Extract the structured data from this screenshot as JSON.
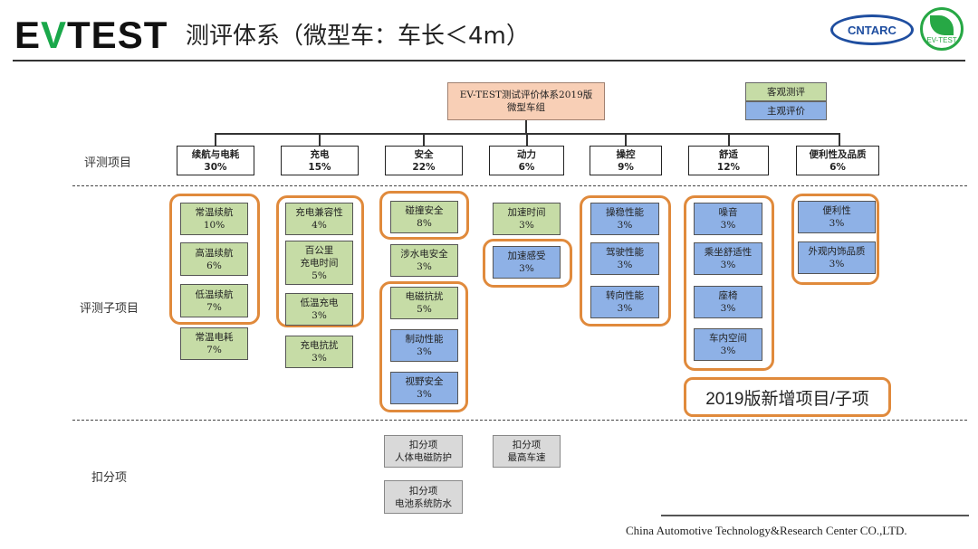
{
  "header": {
    "logo_text_1": "E",
    "logo_text_2": "V",
    "logo_text_3": "TEST",
    "title": "测评体系（微型车：车长＜4m）",
    "cntarc_logo": "CNTARC",
    "ev_logo": "EV-TEST"
  },
  "root": {
    "line1": "EV-TEST测试评价体系2019版",
    "line2": "微型车组"
  },
  "legend": {
    "objective": "客观测评",
    "subjective": "主观评价"
  },
  "row_labels": {
    "items": "评测项目",
    "subitems": "评测子项目",
    "deductions": "扣分项"
  },
  "categories": [
    {
      "name": "续航与电耗",
      "weight": "30%"
    },
    {
      "name": "充电",
      "weight": "15%"
    },
    {
      "name": "安全",
      "weight": "22%"
    },
    {
      "name": "动力",
      "weight": "6%"
    },
    {
      "name": "操控",
      "weight": "9%"
    },
    {
      "name": "舒适",
      "weight": "12%"
    },
    {
      "name": "便利性及品质",
      "weight": "6%"
    }
  ],
  "subitems": {
    "range": [
      {
        "name": "常温续航",
        "weight": "10%",
        "type": "objective"
      },
      {
        "name": "高温续航",
        "weight": "6%",
        "type": "objective"
      },
      {
        "name": "低温续航",
        "weight": "7%",
        "type": "objective"
      },
      {
        "name": "常温电耗",
        "weight": "7%",
        "type": "objective"
      }
    ],
    "charging": [
      {
        "name": "充电兼容性",
        "weight": "4%",
        "type": "objective"
      },
      {
        "name": "百公里",
        "name2": "充电时间",
        "weight": "5%",
        "type": "objective"
      },
      {
        "name": "低温充电",
        "weight": "3%",
        "type": "objective"
      },
      {
        "name": "充电抗扰",
        "weight": "3%",
        "type": "objective"
      }
    ],
    "safety": [
      {
        "name": "碰撞安全",
        "weight": "8%",
        "type": "objective"
      },
      {
        "name": "涉水电安全",
        "weight": "3%",
        "type": "objective"
      },
      {
        "name": "电磁抗扰",
        "weight": "5%",
        "type": "objective"
      },
      {
        "name": "制动性能",
        "weight": "3%",
        "type": "subjective"
      },
      {
        "name": "视野安全",
        "weight": "3%",
        "type": "subjective"
      }
    ],
    "power": [
      {
        "name": "加速时间",
        "weight": "3%",
        "type": "objective"
      },
      {
        "name": "加速感受",
        "weight": "3%",
        "type": "subjective"
      }
    ],
    "handling": [
      {
        "name": "操稳性能",
        "weight": "3%",
        "type": "subjective"
      },
      {
        "name": "驾驶性能",
        "weight": "3%",
        "type": "subjective"
      },
      {
        "name": "转向性能",
        "weight": "3%",
        "type": "subjective"
      }
    ],
    "comfort": [
      {
        "name": "噪音",
        "weight": "3%",
        "type": "subjective"
      },
      {
        "name": "乘坐舒适性",
        "weight": "3%",
        "type": "subjective"
      },
      {
        "name": "座椅",
        "weight": "3%",
        "type": "subjective"
      },
      {
        "name": "车内空间",
        "weight": "3%",
        "type": "subjective"
      }
    ],
    "convenience": [
      {
        "name": "便利性",
        "weight": "3%",
        "type": "subjective"
      },
      {
        "name": "外观内饰品质",
        "weight": "3%",
        "type": "subjective"
      }
    ]
  },
  "new_2019_label": "2019版新增项目/子项",
  "deductions": [
    {
      "line1": "扣分项",
      "line2": "人体电磁防护"
    },
    {
      "line1": "扣分项",
      "line2": "电池系统防水"
    },
    {
      "line1": "扣分项",
      "line2": "最高车速"
    }
  ],
  "footer": "China Automotive Technology&Research Center CO.,LTD."
}
